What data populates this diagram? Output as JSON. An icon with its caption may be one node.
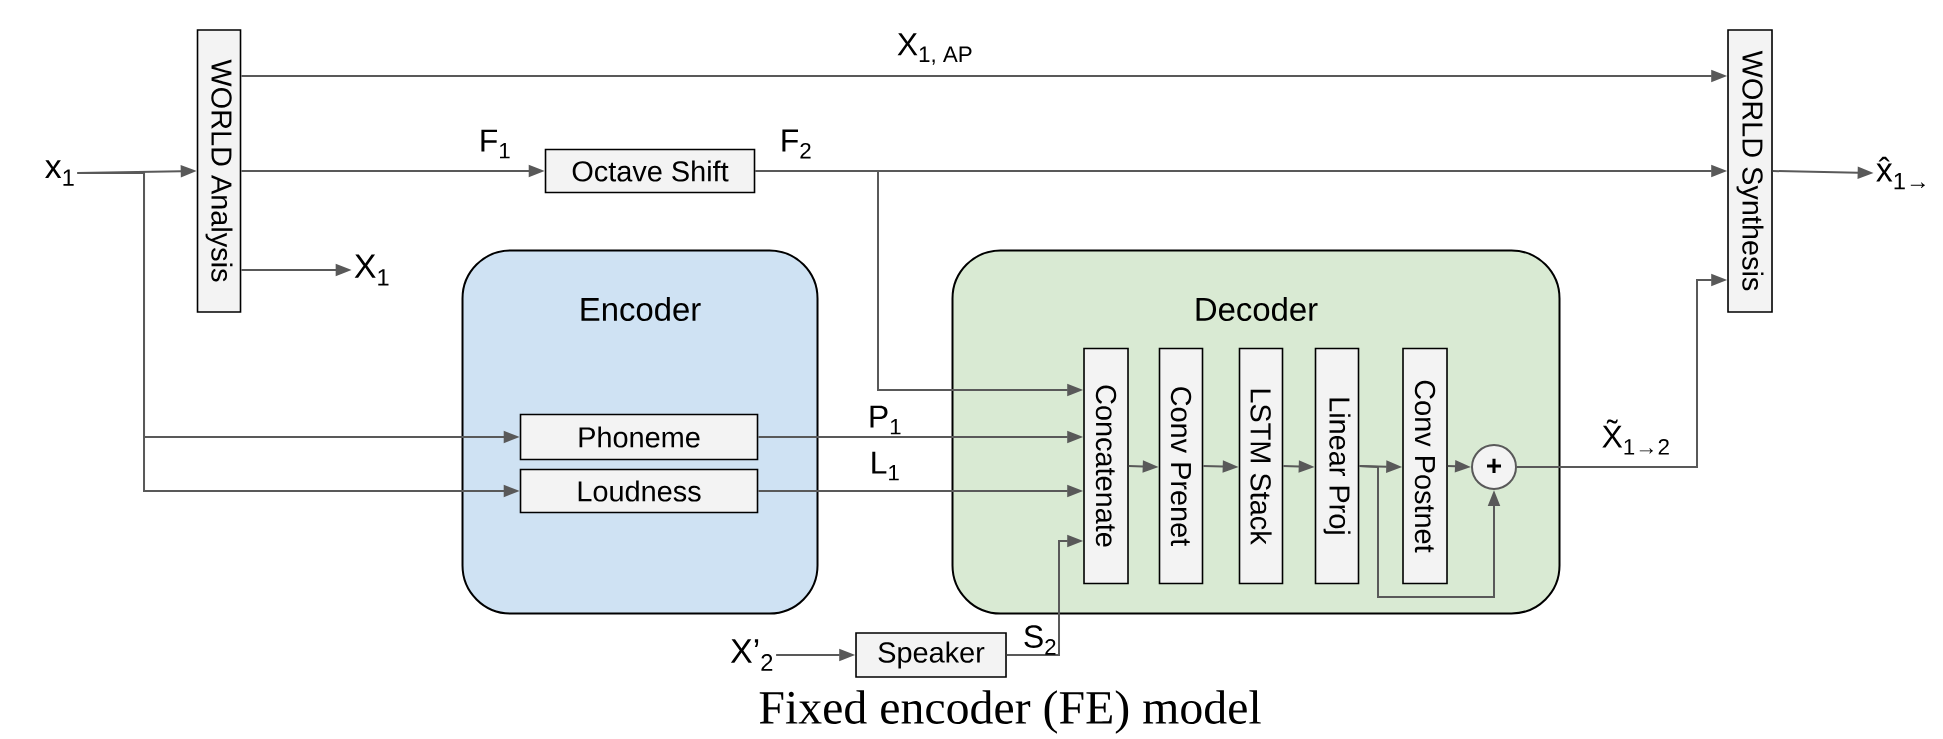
{
  "diagram": {
    "caption": "Fixed encoder (FE) model",
    "nodes": [
      {
        "text": [
          "x$_{1}$"
        ]
      },
      {
        "text": [
          "WORLD Analysis"
        ]
      },
      {
        "text": [
          "X$_{1}$"
        ]
      },
      {
        "text": [
          "Octave Shift"
        ]
      },
      {
        "text": [
          "WORLD Synthesis"
        ]
      },
      {
        "text": [
          "x̂$_{1→}$"
        ]
      },
      {
        "text": [
          "Encoder"
        ]
      },
      {
        "text": [
          "Phoneme"
        ],
        "in": 6
      },
      {
        "text": [
          "Loudness"
        ],
        "in": 6
      },
      {
        "text": [
          "Decoder"
        ]
      },
      {
        "text": [
          "Concatenate"
        ],
        "in": 9
      },
      {
        "text": [
          "Conv Prenet"
        ],
        "in": 9
      },
      {
        "text": [
          "LSTM Stack"
        ],
        "in": 9
      },
      {
        "text": [
          "Linear Proj"
        ],
        "in": 9
      },
      {
        "text": [
          "Conv Postnet"
        ],
        "in": 9
      },
      {
        "text": [
          "+"
        ],
        "in": 9
      },
      {
        "text": [
          "X’$_{2}$"
        ]
      },
      {
        "text": [
          "Speaker"
        ]
      }
    ],
    "edges": [
      {
        "from": 0,
        "to": 1,
        "arrow": "to"
      },
      {
        "from": 0,
        "to": 7,
        "arrow": "to"
      },
      {
        "from": 0,
        "to": 8,
        "arrow": "to"
      },
      {
        "from": 1,
        "to": 4,
        "arrow": "to",
        "label": "X$_{1, AP}$"
      },
      {
        "from": 1,
        "to": 3,
        "arrow": "to",
        "label": "F$_{1}$"
      },
      {
        "from": 1,
        "to": 2,
        "arrow": "to"
      },
      {
        "from": 3,
        "to": 4,
        "arrow": "to",
        "label": "F$_{2}$"
      },
      {
        "from": 3,
        "to": 10,
        "arrow": "to"
      },
      {
        "from": 7,
        "to": 10,
        "arrow": "to",
        "label": "P$_{1}$"
      },
      {
        "from": 8,
        "to": 10,
        "arrow": "to",
        "label": "L$_{1}$"
      },
      {
        "from": 17,
        "to": 10,
        "arrow": "to",
        "label": "S$_{2}$"
      },
      {
        "from": 10,
        "to": 11,
        "arrow": "to"
      },
      {
        "from": 11,
        "to": 12,
        "arrow": "to"
      },
      {
        "from": 12,
        "to": 13,
        "arrow": "to"
      },
      {
        "from": 13,
        "to": 14,
        "arrow": "to"
      },
      {
        "from": 14,
        "to": 15,
        "arrow": "to"
      },
      {
        "from": 13,
        "to": 15,
        "arrow": "to"
      },
      {
        "from": 15,
        "to": 4,
        "arrow": "to",
        "label": "X̃$_{1→2}$"
      },
      {
        "from": 4,
        "to": 5,
        "arrow": "to"
      },
      {
        "from": 16,
        "to": 17,
        "arrow": "to"
      }
    ]
  }
}
